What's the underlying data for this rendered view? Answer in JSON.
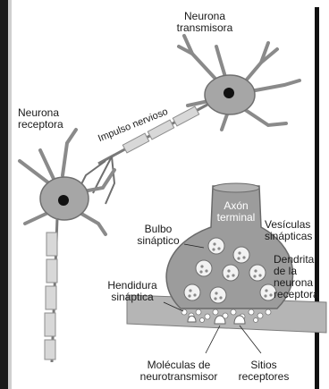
{
  "labels": {
    "transmitting_neuron": [
      "Neurona",
      "transmisora"
    ],
    "receiving_neuron": [
      "Neurona",
      "receptora"
    ],
    "nerve_impulse": "Impulso nervioso",
    "axon_terminal": [
      "Axón",
      "terminal"
    ],
    "synaptic_bulb": [
      "Bulbo",
      "sináptico"
    ],
    "synaptic_vesicles": [
      "Vesículas",
      "sinápticas"
    ],
    "receiving_dendrite": [
      "Dendrita",
      "de la",
      "neurona",
      "receptora"
    ],
    "synaptic_cleft": [
      "Hendidura",
      "sináptica"
    ],
    "neurotransmitter_molecules": [
      "Moléculas de",
      "neurotransmisor"
    ],
    "receptor_sites": [
      "Sitios",
      "receptores"
    ]
  },
  "colors": {
    "neuron_fill": "#a6a6a6",
    "neuron_dark": "#6f6f6f",
    "nucleus": "#111111",
    "myelin": "#d8d8d8",
    "bulb_fill": "#9c9c9c",
    "dendrite_fill": "#b5b5b5",
    "frame": "#111111"
  }
}
